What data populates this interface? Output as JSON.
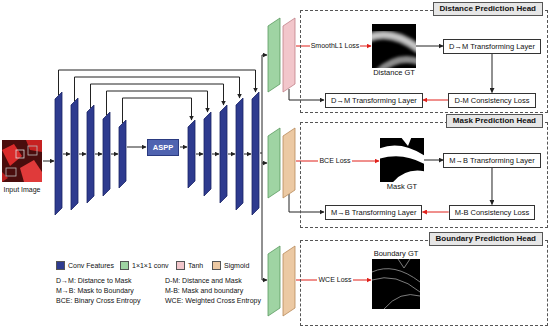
{
  "diagram": {
    "nodes": [
      {
        "text": [
          "ASPP"
        ]
      },
      {
        "text": [
          "Distance Prediction Head"
        ]
      },
      {
        "text": [
          "Distance GT"
        ],
        "in": 1
      },
      {
        "text": [
          "D→M Transforming Layer"
        ],
        "in": 1
      },
      {
        "text": [
          "D-M Consistency Loss"
        ],
        "in": 1
      },
      {
        "text": [
          "D→M Transforming Layer"
        ],
        "in": 1
      },
      {
        "text": [
          "Mask Prediction Head"
        ]
      },
      {
        "text": [
          "Mask GT"
        ],
        "in": 6
      },
      {
        "text": [
          "M→B Transforming Layer"
        ],
        "in": 6
      },
      {
        "text": [
          "M-B Consistency Loss"
        ],
        "in": 6
      },
      {
        "text": [
          "M→B Transforming Layer"
        ],
        "in": 6
      },
      {
        "text": [
          "Boundary Prediction Head"
        ]
      },
      {
        "text": [
          "Boundary GT"
        ],
        "in": 11
      }
    ],
    "edges": [
      {
        "from": 2,
        "to": 3,
        "arrow": "to"
      },
      {
        "from": 3,
        "to": 4,
        "arrow": "to"
      },
      {
        "from": 4,
        "to": 5,
        "arrow": "to"
      },
      {
        "from": 7,
        "to": 8,
        "arrow": "to"
      },
      {
        "from": 8,
        "to": 9,
        "arrow": "to"
      },
      {
        "from": 9,
        "to": 10,
        "arrow": "to"
      }
    ],
    "labels": [
      "Input Image",
      "SmoothL1 Loss",
      "BCE Loss",
      "WCE Loss",
      "D→M: Distance to Mask",
      "M→B: Mask to Boundary",
      "BCE: Binary Cross Entropy",
      "D-M: Distance and Mask",
      "M-B: Mask and boundary",
      "WCE: Weighted Cross Entropy"
    ],
    "legend": [
      {
        "text": "Conv Features",
        "color": "#2e3b8f"
      },
      {
        "text": "1×1×1 conv",
        "color": "#9fd4a3"
      },
      {
        "text": "Tanh",
        "color": "#f2c6cb"
      },
      {
        "text": "Sigmoid",
        "color": "#ecc9a3"
      }
    ]
  }
}
